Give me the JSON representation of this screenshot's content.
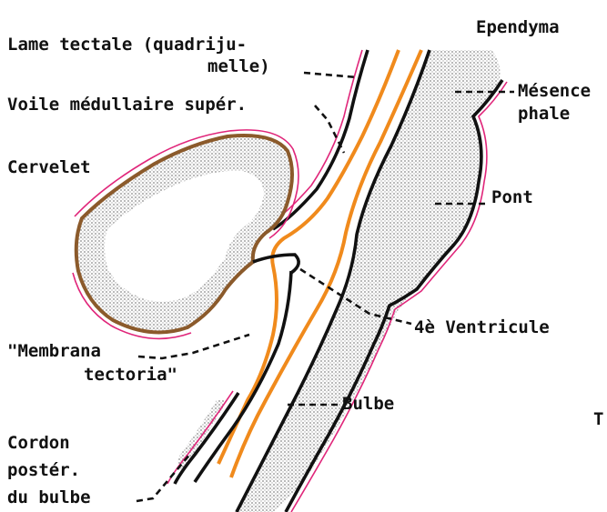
{
  "labels": {
    "ependyma": "Ependyma",
    "lame_tectale_1": "Lame tectale (quadriju-",
    "lame_tectale_2": "melle)",
    "voile": "Voile médullaire supér.",
    "cervelet": "Cervelet",
    "mesence_1": "Mésence",
    "mesence_2": "phale",
    "pont": "Pont",
    "ventricule": "4è Ventricule",
    "membrana_1": "\"Membrana",
    "membrana_2": "tectoria\"",
    "bulbe": "Bulbe",
    "cordon_1": "Cordon",
    "cordon_2": "postér.",
    "cordon_3": "du bulbe",
    "edge_letter": "T"
  },
  "colors": {
    "outline": "#111111",
    "ependyma_line": "#f08a1c",
    "pia_line": "#e0267a",
    "cervelet_outline": "#8b5a2b",
    "stipple": "#9a9a9a"
  }
}
